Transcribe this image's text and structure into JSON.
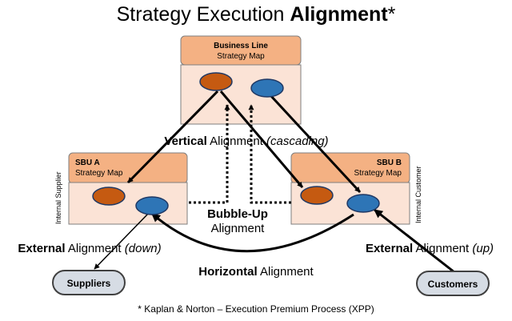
{
  "title": {
    "normal": "Strategy Execution ",
    "bold": "Alignment",
    "suffix": "*"
  },
  "business_line": {
    "title": "Business Line",
    "subtitle": "Strategy Map"
  },
  "sbu_a": {
    "title": "SBU A",
    "subtitle": "Strategy Map",
    "side_label": "Internal Supplier"
  },
  "sbu_b": {
    "title": "SBU B",
    "subtitle": "Strategy Map",
    "side_label": "Internal Customer"
  },
  "vertical": {
    "bold": "Vertical",
    "normal": " Alignment ",
    "italic": "(cascading)"
  },
  "bubble_up": {
    "line1": "Bubble-Up",
    "line2": "Alignment"
  },
  "external_down": {
    "bold": "External",
    "normal": " Alignment ",
    "italic": "(down)"
  },
  "external_up": {
    "bold": "External",
    "normal": " Alignment ",
    "italic": "(up)"
  },
  "horizontal": {
    "bold": "Horizontal",
    "normal": " Alignment"
  },
  "suppliers": "Suppliers",
  "customers": "Customers",
  "footnote": "* Kaplan & Norton – Execution Premium Process (XPP)",
  "colors": {
    "box_header": "#f4b183",
    "box_body": "#fbe3d6",
    "box_border": "#7f7f7f",
    "orange_node": "#c55a11",
    "blue_node": "#2e75b6",
    "node_stroke": "#1f3864",
    "pill_fill": "#d6dce4",
    "pill_stroke": "#404040"
  }
}
